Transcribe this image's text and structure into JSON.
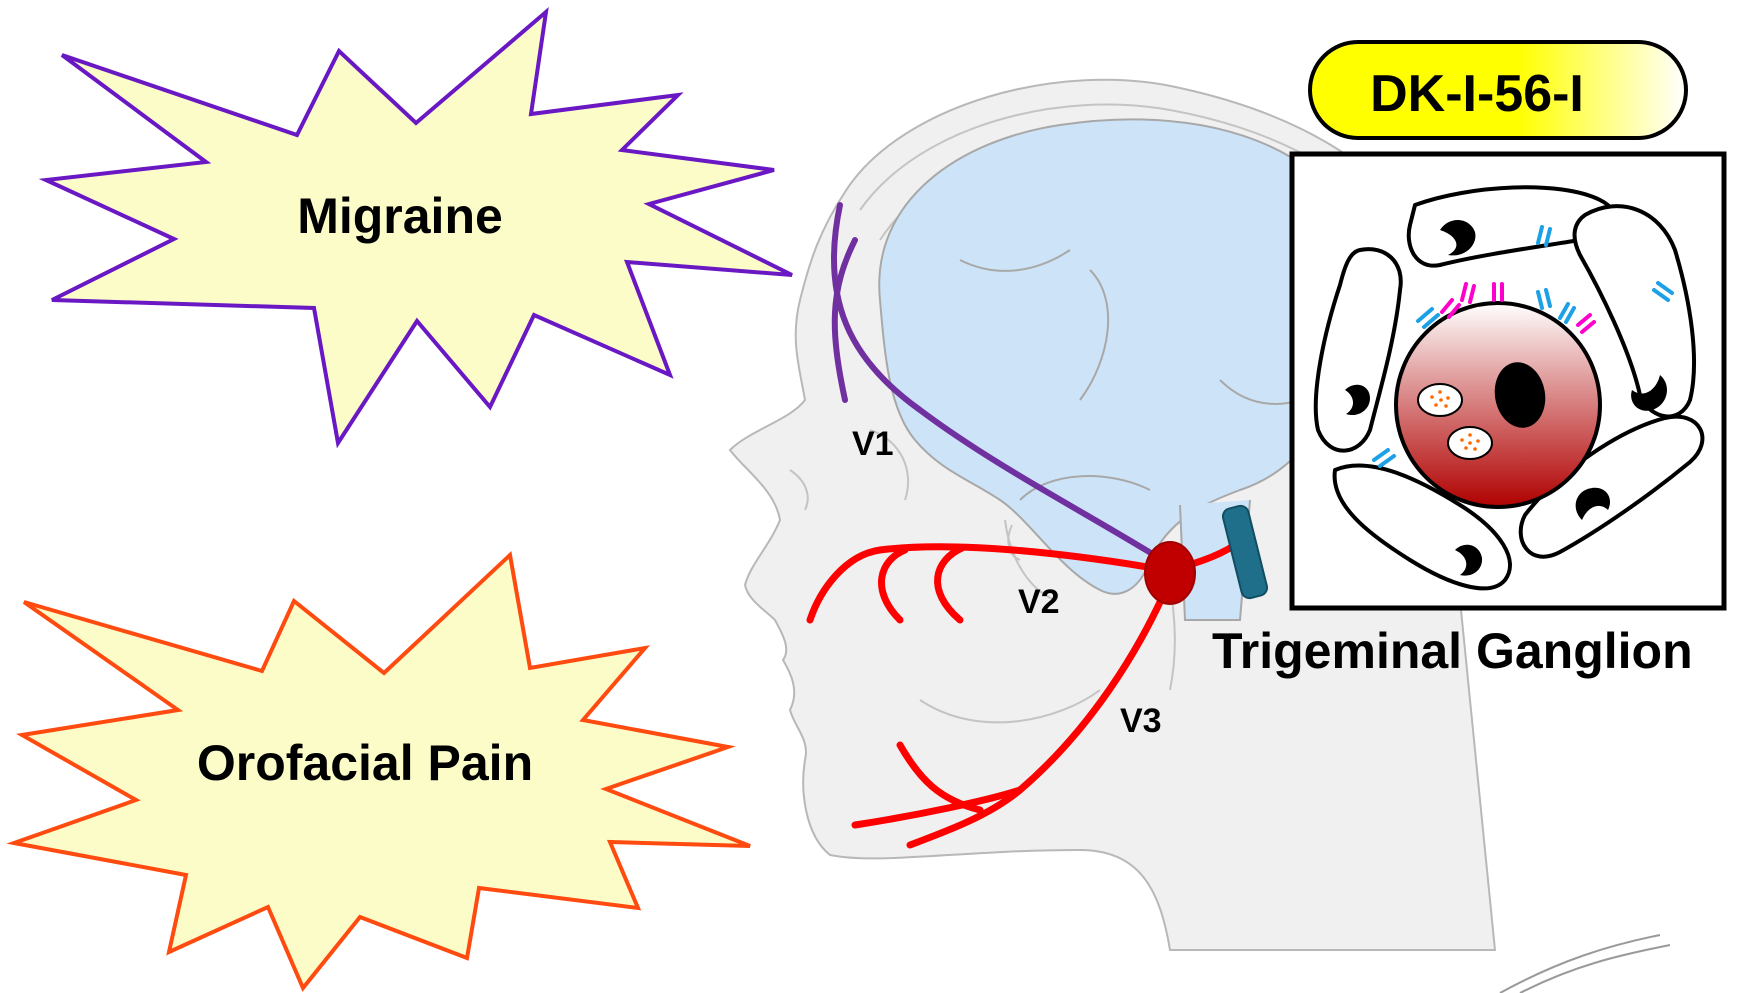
{
  "labels": {
    "migraine": "Migraine",
    "orofacial": "Orofacial Pain",
    "v1": "V1",
    "v2": "V2",
    "v3": "V3",
    "ganglion": "Trigeminal Ganglion",
    "compound": "DK-I-56-I"
  },
  "colors": {
    "migraine_star_stroke": "#6a17c4",
    "orofacial_star_stroke": "#ff4a10",
    "star_fill": "#fcfcc8",
    "head_fill": "#f0f0f0",
    "head_stroke": "#b8b8b8",
    "brain_fill": "#cde4f8",
    "v1_nerve": "#7030a0",
    "v2_v3_nerve": "#ff0000",
    "ganglion_node": "#c00000",
    "ganglion_bar": "#1f6f8b",
    "receptor_blue": "#1da1e6",
    "receptor_magenta": "#ff00cc",
    "badge_yellow": "#ffff00"
  },
  "icons": [
    "migraine-burst-icon",
    "orofacial-burst-icon",
    "head-profile-icon",
    "brain-icon",
    "neuron-icon",
    "satellite-cell-icon",
    "receptor-icon"
  ]
}
